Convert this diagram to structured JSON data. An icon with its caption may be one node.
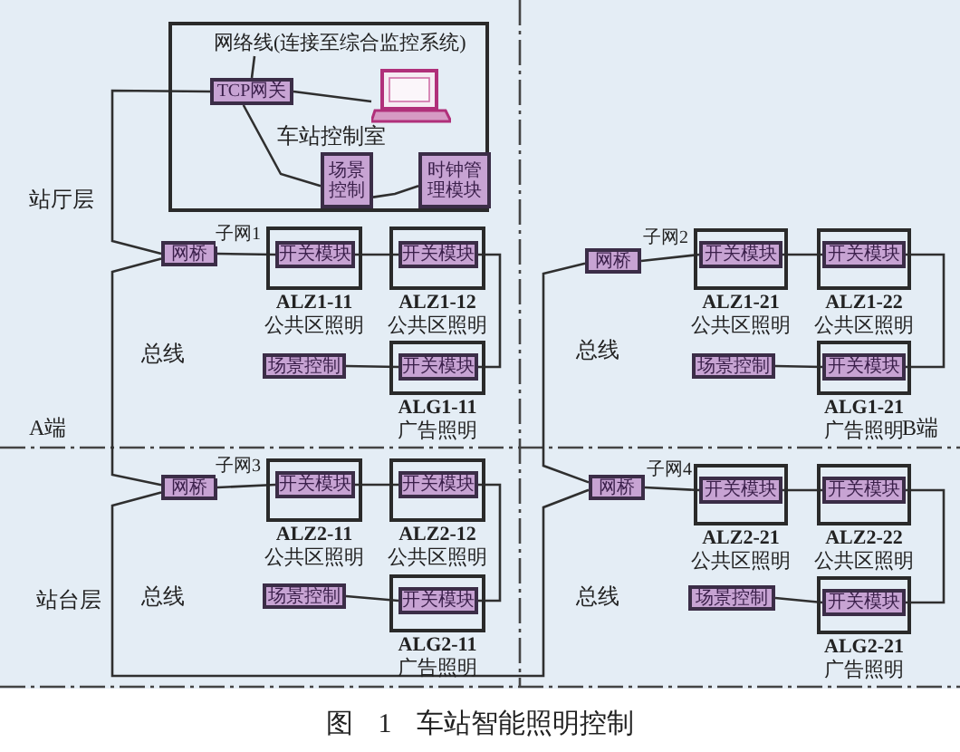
{
  "diagram": {
    "caption": "图 1 车站智能照明控制",
    "nodes": [
      {
        "text": [
          "车站控制室"
        ]
      },
      {
        "text": [
          "网络线(连接至综合监控系统)"
        ],
        "in": 0
      },
      {
        "text": [
          "TCP网关"
        ],
        "in": 0
      },
      {
        "text": [],
        "shape": "laptop",
        "in": 0
      },
      {
        "text": [
          "场景控制"
        ],
        "in": 0
      },
      {
        "text": [
          "时钟管理模块"
        ],
        "in": 0
      },
      {
        "text": [
          "网桥"
        ]
      },
      {
        "text": [],
        "shape": "box",
        "beside": [
          "ALZ1-11",
          "公共区照明"
        ]
      },
      {
        "text": [
          "开关模块"
        ],
        "in": 7
      },
      {
        "text": [],
        "shape": "box",
        "beside": [
          "ALZ1-12",
          "公共区照明"
        ]
      },
      {
        "text": [
          "开关模块"
        ],
        "in": 9
      },
      {
        "text": [
          "场景控制"
        ]
      },
      {
        "text": [],
        "shape": "box",
        "beside": [
          "ALG1-11",
          "广告照明"
        ]
      },
      {
        "text": [
          "开关模块"
        ],
        "in": 12
      },
      {
        "text": [
          "网桥"
        ]
      },
      {
        "text": [],
        "shape": "box",
        "beside": [
          "ALZ1-21",
          "公共区照明"
        ]
      },
      {
        "text": [
          "开关模块"
        ],
        "in": 15
      },
      {
        "text": [],
        "shape": "box",
        "beside": [
          "ALZ1-22",
          "公共区照明"
        ]
      },
      {
        "text": [
          "开关模块"
        ],
        "in": 17
      },
      {
        "text": [
          "场景控制"
        ]
      },
      {
        "text": [],
        "shape": "box",
        "beside": [
          "ALG1-21",
          "广告照明"
        ]
      },
      {
        "text": [
          "开关模块"
        ],
        "in": 20
      },
      {
        "text": [
          "网桥"
        ]
      },
      {
        "text": [],
        "shape": "box",
        "beside": [
          "ALZ2-11",
          "公共区照明"
        ]
      },
      {
        "text": [
          "开关模块"
        ],
        "in": 23
      },
      {
        "text": [],
        "shape": "box",
        "beside": [
          "ALZ2-12",
          "公共区照明"
        ]
      },
      {
        "text": [
          "开关模块"
        ],
        "in": 25
      },
      {
        "text": [
          "场景控制"
        ]
      },
      {
        "text": [],
        "shape": "box",
        "beside": [
          "ALG2-11",
          "广告照明"
        ]
      },
      {
        "text": [
          "开关模块"
        ],
        "in": 28
      },
      {
        "text": [
          "网桥"
        ]
      },
      {
        "text": [],
        "shape": "box",
        "beside": [
          "ALZ2-21",
          "公共区照明"
        ]
      },
      {
        "text": [
          "开关模块"
        ],
        "in": 31
      },
      {
        "text": [],
        "shape": "box",
        "beside": [
          "ALZ2-22",
          "公共区照明"
        ]
      },
      {
        "text": [
          "开关模块"
        ],
        "in": 33
      },
      {
        "text": [
          "场景控制"
        ]
      },
      {
        "text": [],
        "shape": "box",
        "beside": [
          "ALG2-21",
          "广告照明"
        ]
      },
      {
        "text": [
          "开关模块"
        ],
        "in": 36
      }
    ],
    "edges": [
      {
        "from": 1,
        "to": 2,
        "arrow": "none"
      },
      {
        "from": 2,
        "to": 3,
        "arrow": "none"
      },
      {
        "from": 2,
        "to": 4,
        "arrow": "none"
      },
      {
        "from": 4,
        "to": 5,
        "arrow": "none"
      },
      {
        "from": 2,
        "to": 6,
        "arrow": "none"
      },
      {
        "from": 6,
        "to": 8,
        "label": "子网1",
        "arrow": "none"
      },
      {
        "from": 8,
        "to": 10,
        "arrow": "none"
      },
      {
        "from": 10,
        "to": 13,
        "arrow": "none"
      },
      {
        "from": 11,
        "to": 13,
        "arrow": "none"
      },
      {
        "from": 6,
        "to": 22,
        "arrow": "none"
      },
      {
        "from": 22,
        "to": 30,
        "arrow": "none"
      },
      {
        "from": 30,
        "to": 14,
        "arrow": "none"
      },
      {
        "from": 14,
        "to": 16,
        "label": "子网2",
        "arrow": "none"
      },
      {
        "from": 16,
        "to": 18,
        "arrow": "none"
      },
      {
        "from": 18,
        "to": 21,
        "arrow": "none"
      },
      {
        "from": 19,
        "to": 21,
        "arrow": "none"
      },
      {
        "from": 22,
        "to": 24,
        "label": "子网3",
        "arrow": "none"
      },
      {
        "from": 24,
        "to": 26,
        "arrow": "none"
      },
      {
        "from": 26,
        "to": 29,
        "arrow": "none"
      },
      {
        "from": 27,
        "to": 29,
        "arrow": "none"
      },
      {
        "from": 30,
        "to": 32,
        "label": "子网4",
        "arrow": "none"
      },
      {
        "from": 32,
        "to": 34,
        "arrow": "none"
      },
      {
        "from": 34,
        "to": 37,
        "arrow": "none"
      },
      {
        "from": 35,
        "to": 37,
        "arrow": "none"
      }
    ],
    "labels": [
      "站厅层",
      "总线",
      "总线",
      "A端",
      "B端",
      "站台层",
      "总线",
      "总线"
    ]
  }
}
